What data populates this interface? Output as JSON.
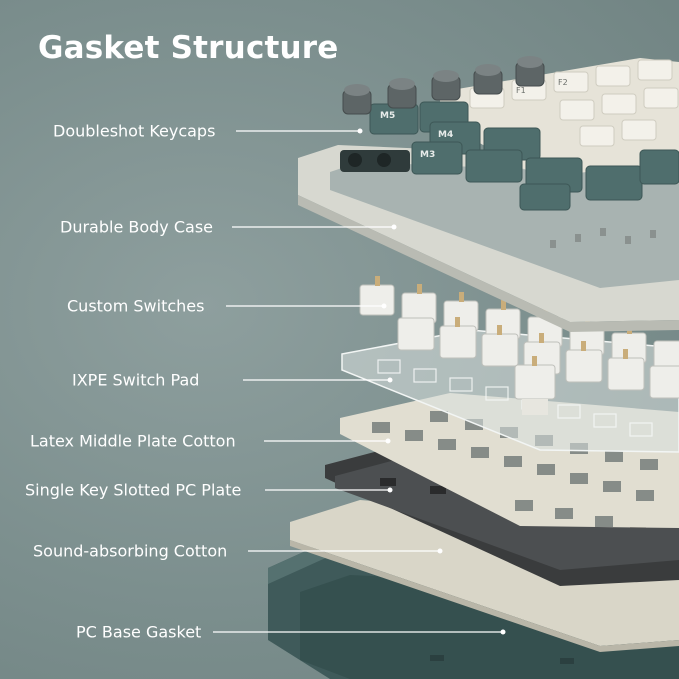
{
  "title": "Gasket Structure",
  "layers": [
    {
      "label": "Doubleshot Keycaps"
    },
    {
      "label": "Durable Body Case"
    },
    {
      "label": "Custom Switches"
    },
    {
      "label": "IXPE Switch Pad"
    },
    {
      "label": "Latex Middle Plate Cotton"
    },
    {
      "label": "Single Key Slotted PC Plate"
    },
    {
      "label": "Sound-absorbing Cotton"
    },
    {
      "label": "PC Base Gasket"
    }
  ],
  "keycap_legends": [
    "M5",
    "M4",
    "M3",
    "F1",
    "F2"
  ],
  "colors": {
    "background": "#7c8f8e",
    "text": "#ffffff",
    "keycap_teal": "#4f6e6d",
    "keycap_cream": "#e6e3d8",
    "knob_gray": "#5d6566",
    "case_white": "#d7d8d0",
    "switch_white": "#eeeeea",
    "cotton_beige": "#d9d6c8",
    "pc_plate": "#3a3c3d",
    "base_teal": "#3f5a5a"
  }
}
